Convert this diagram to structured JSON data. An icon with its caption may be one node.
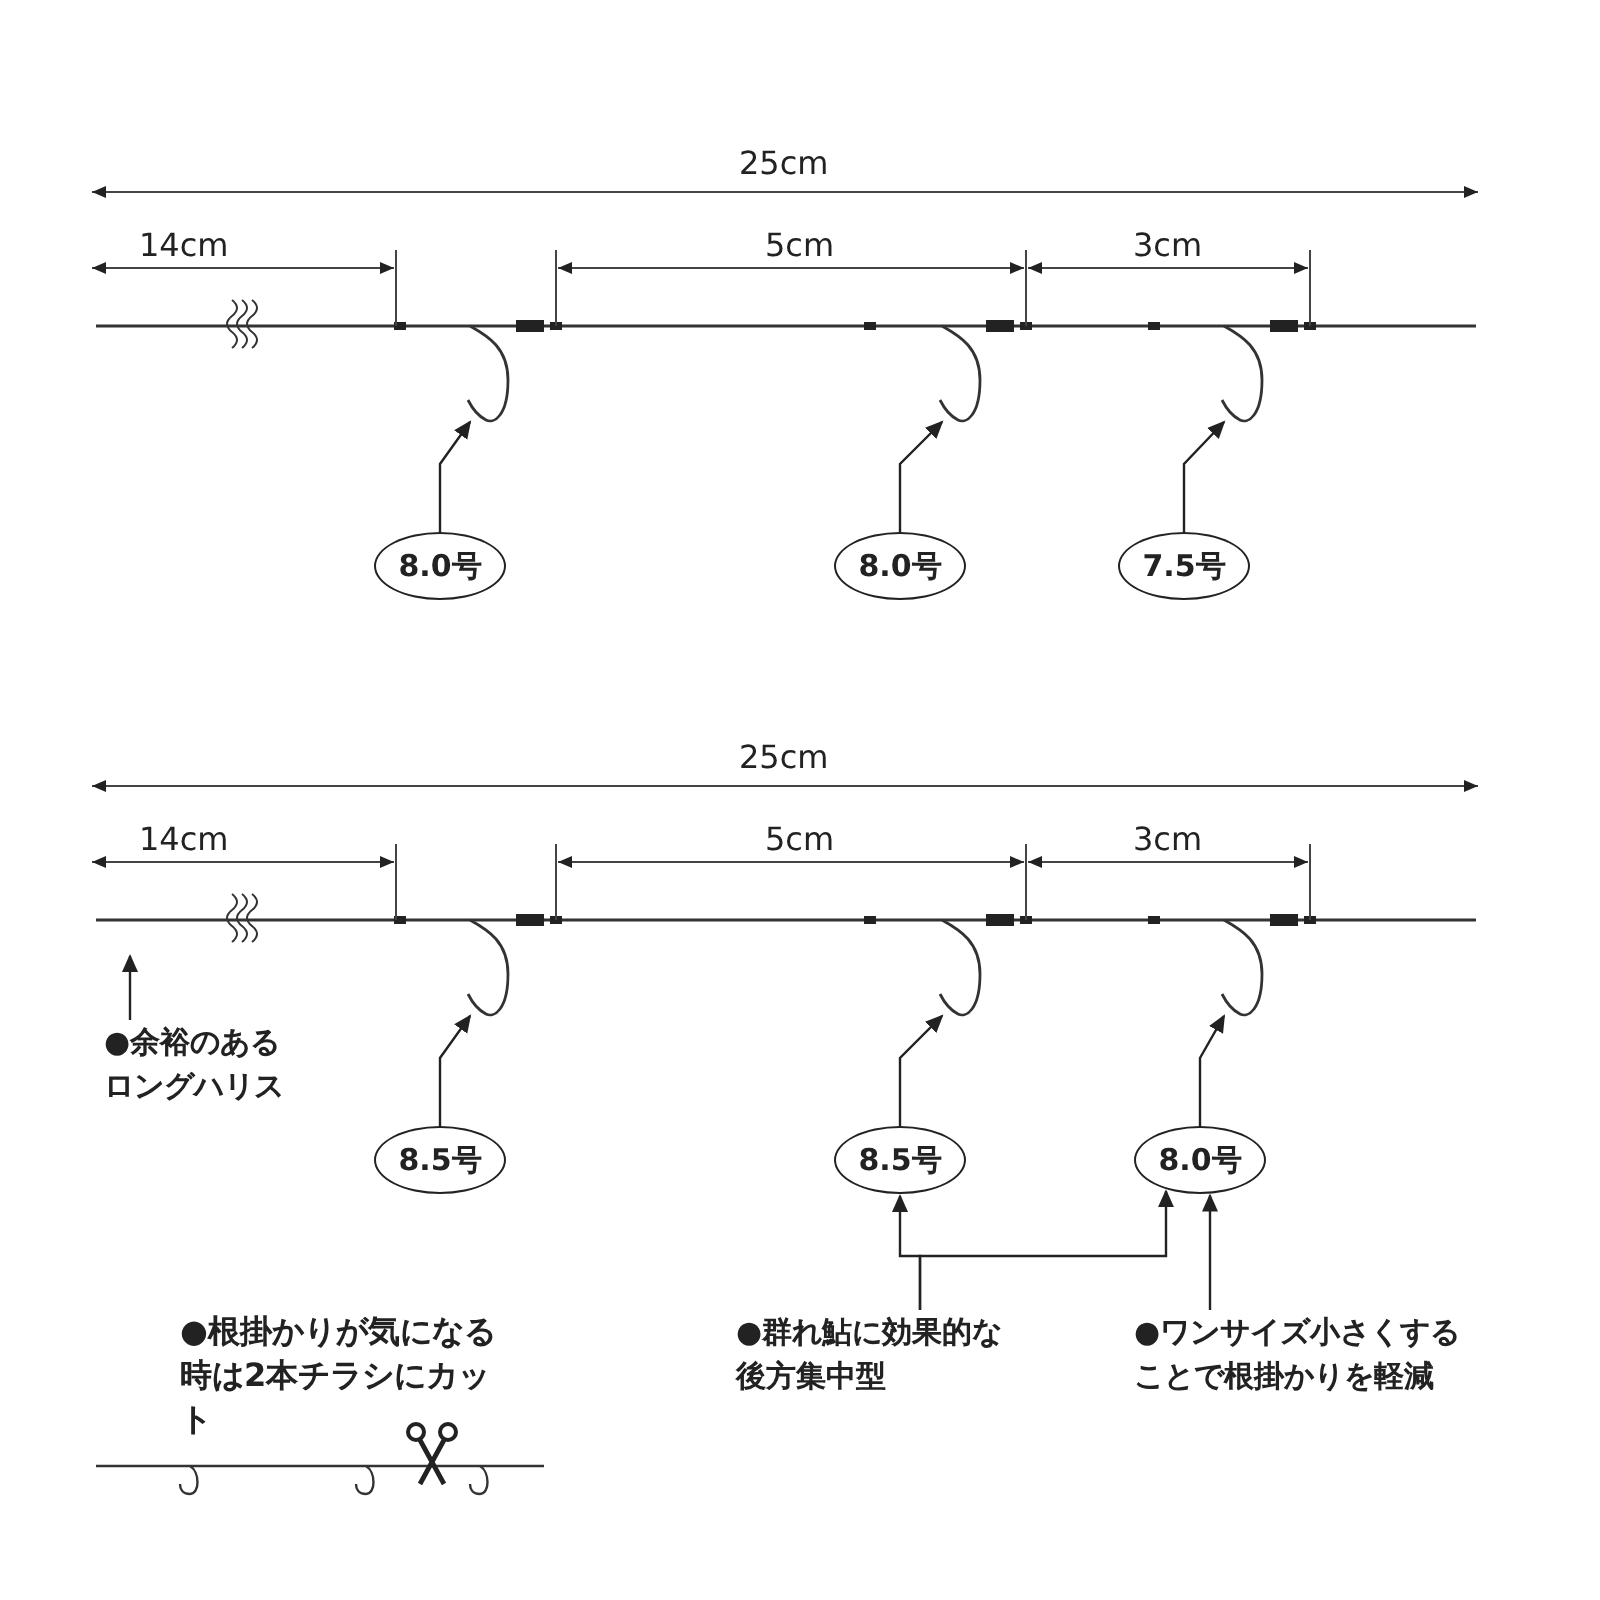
{
  "diagram": {
    "nodes": [
      {
        "text": [],
        "shape": "hook"
      },
      {
        "text": [],
        "shape": "hook"
      },
      {
        "text": [],
        "shape": "hook"
      },
      {
        "text": [
          "8.0号"
        ]
      },
      {
        "text": [
          "8.0号"
        ]
      },
      {
        "text": [
          "7.5号"
        ]
      },
      {
        "text": [],
        "shape": "hook"
      },
      {
        "text": [],
        "shape": "hook"
      },
      {
        "text": [],
        "shape": "hook"
      },
      {
        "text": [
          "●余裕のあるロングハリス"
        ]
      },
      {
        "text": [
          "8.5号"
        ]
      },
      {
        "text": [
          "8.5号"
        ]
      },
      {
        "text": [
          "8.0号"
        ]
      },
      {
        "text": [
          "●群れ鮎に効果的な後方集中型"
        ]
      },
      {
        "text": [
          "●ワンサイズ小さくすることで根掛かりを軽減"
        ]
      }
    ],
    "edges": [
      {
        "from": 3,
        "to": 0,
        "arrow": "to"
      },
      {
        "from": 4,
        "to": 1,
        "arrow": "to"
      },
      {
        "from": 5,
        "to": 2,
        "arrow": "to"
      },
      {
        "from": 9,
        "to": null,
        "arrow": "to"
      },
      {
        "from": 10,
        "to": 6,
        "arrow": "to"
      },
      {
        "from": 11,
        "to": 7,
        "arrow": "to"
      },
      {
        "from": 12,
        "to": 8,
        "arrow": "to"
      },
      {
        "from": 13,
        "to": 11,
        "arrow": "to"
      },
      {
        "from": 13,
        "to": 12,
        "arrow": "to"
      },
      {
        "from": 14,
        "to": 12,
        "arrow": "to"
      }
    ],
    "labels": [
      "25cm",
      "14cm",
      "5cm",
      "3cm",
      "25cm",
      "14cm",
      "5cm",
      "3cm",
      "●根掛かりが気になる時は2本チラシにカット"
    ]
  }
}
